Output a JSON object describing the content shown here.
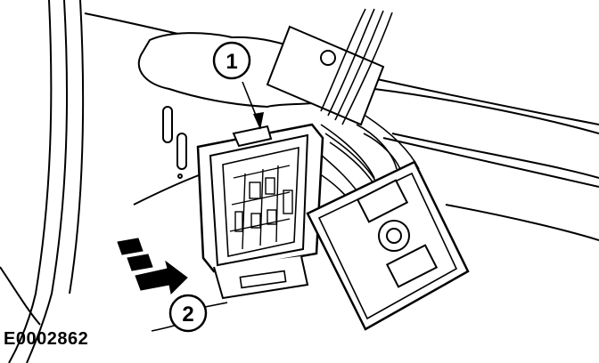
{
  "figure": {
    "id_label": "E0002862",
    "callouts": [
      {
        "number": "1"
      },
      {
        "number": "2"
      }
    ]
  },
  "colors": {
    "ink": "#000000",
    "paper": "#ffffff"
  }
}
